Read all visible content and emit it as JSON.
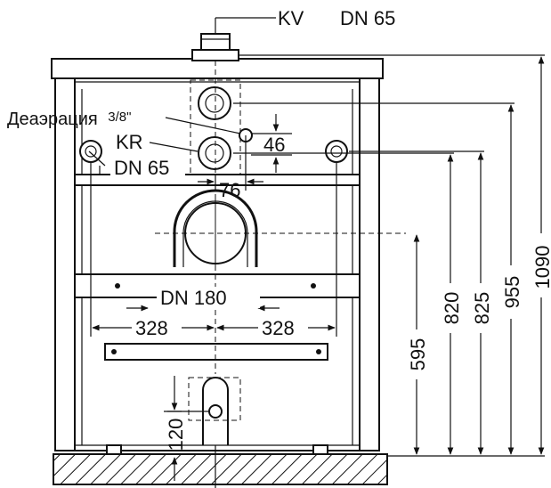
{
  "labels": {
    "kv": "KV",
    "dn_top": "DN 65",
    "deaeration": "Деаэрация",
    "deaeration_size": "3/8\"",
    "kr": "KR",
    "dn_left": "DN 65",
    "dn_flue": "DN 180"
  },
  "dimensions": {
    "d46": "46",
    "d76": "76",
    "d328_left": "328",
    "d328_right": "328",
    "d595": "595",
    "d820": "820",
    "d825": "825",
    "d955": "955",
    "d1090": "1090",
    "d120": "120"
  },
  "colors": {
    "ink": "#111111",
    "background": "#ffffff"
  }
}
